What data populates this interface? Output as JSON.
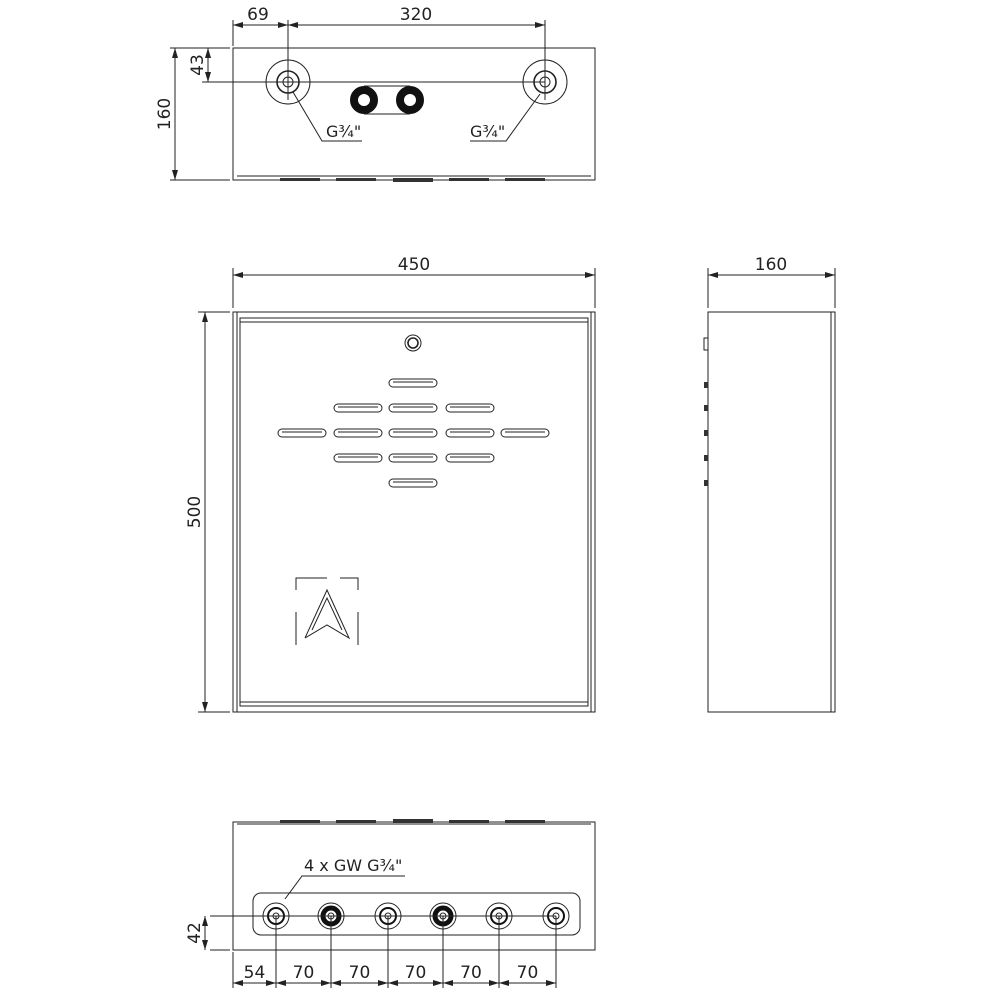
{
  "top_view": {
    "dim_left_offset": "69",
    "dim_spacing": "320",
    "dim_depth": "160",
    "dim_connection_depth": "43",
    "connection_label_left": "G¾\"",
    "connection_label_right": "G¾\""
  },
  "front_view": {
    "dim_width": "450",
    "dim_height": "500"
  },
  "side_view": {
    "dim_depth": "160"
  },
  "bottom_view": {
    "connections_label": "4 x GW G¾\"",
    "dim_connection_height": "42",
    "dim_offsets": [
      "54",
      "70",
      "70",
      "70",
      "70",
      "70"
    ]
  }
}
